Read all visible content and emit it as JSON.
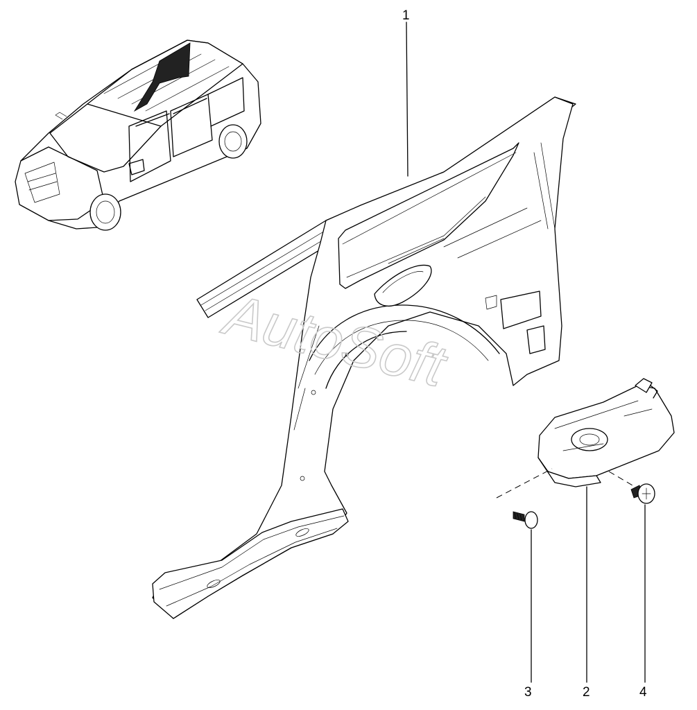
{
  "watermark": "AutoSoft",
  "callouts": [
    "1",
    "2",
    "3",
    "4"
  ]
}
